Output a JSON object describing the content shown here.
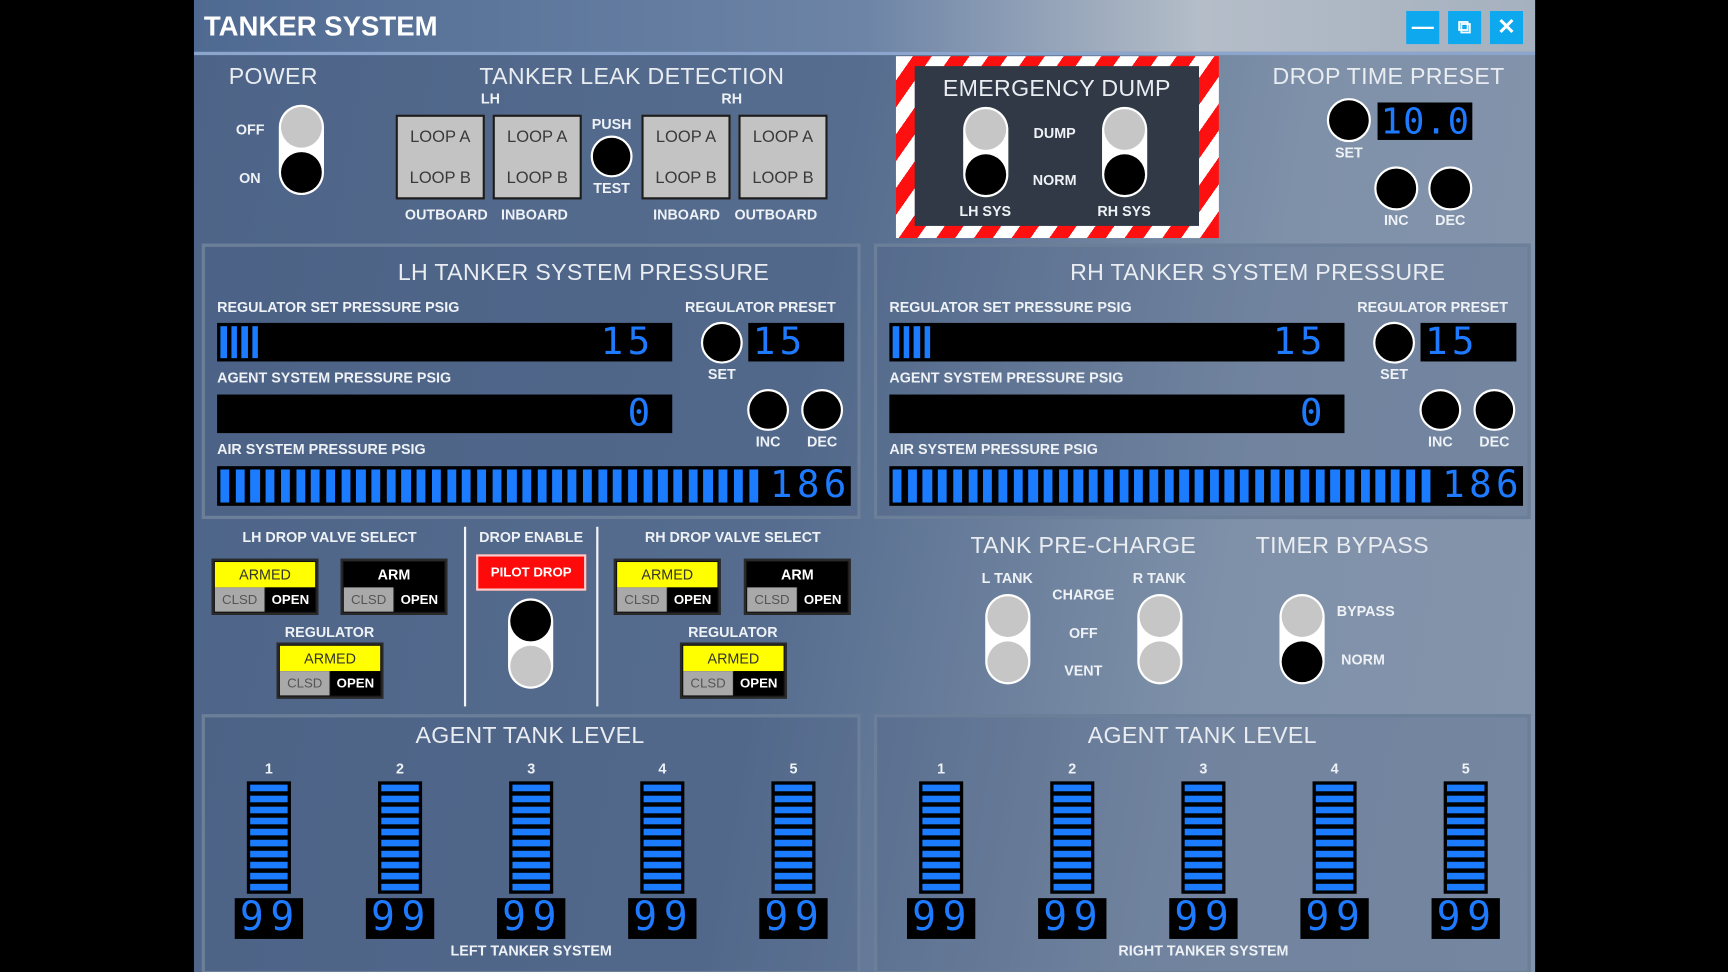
{
  "window": {
    "title": "TANKER SYSTEM",
    "buttons": {
      "minimize": "—",
      "popout": "⧉",
      "close": "✕"
    }
  },
  "power": {
    "title": "POWER",
    "off": "OFF",
    "on": "ON",
    "state": "on"
  },
  "leak": {
    "title": "TANKER LEAK DETECTION",
    "lh": "LH",
    "rh": "RH",
    "push": "PUSH",
    "test": "TEST",
    "loop_a": "LOOP A",
    "loop_b": "LOOP B",
    "labels": [
      "OUTBOARD",
      "INBOARD",
      "INBOARD",
      "OUTBOARD"
    ]
  },
  "emergency": {
    "title": "EMERGENCY DUMP",
    "dump": "DUMP",
    "norm": "NORM",
    "lh": "LH SYS",
    "rh": "RH SYS",
    "lh_state": "norm",
    "rh_state": "norm"
  },
  "drop_time": {
    "title": "DROP TIME PRESET",
    "value": "10.0",
    "set": "SET",
    "inc": "INC",
    "dec": "DEC"
  },
  "pressure": {
    "reg_set_label": "REGULATOR SET PRESSURE PSIG",
    "agent_label": "AGENT SYSTEM PRESSURE PSIG",
    "air_label": "AIR SYSTEM PRESSURE PSIG",
    "preset_label": "REGULATOR PRESET",
    "set": "SET",
    "inc": "INC",
    "dec": "DEC",
    "lh": {
      "title": "LH TANKER SYSTEM PRESSURE",
      "reg_set": "15",
      "reg_fill": 0.1,
      "agent": "0",
      "agent_fill": 0,
      "air": "186",
      "air_fill": 1.0,
      "preset": "15"
    },
    "rh": {
      "title": "RH TANKER SYSTEM PRESSURE",
      "reg_set": "15",
      "reg_fill": 0.1,
      "agent": "0",
      "agent_fill": 0,
      "air": "186",
      "air_fill": 1.0,
      "preset": "15"
    }
  },
  "drop": {
    "lh_title": "LH DROP VALVE SELECT",
    "rh_title": "RH DROP VALVE SELECT",
    "enable_title": "DROP ENABLE",
    "pilot_drop": "PILOT DROP",
    "regulator": "REGULATOR",
    "armed": "ARMED",
    "arm": "ARM",
    "clsd": "CLSD",
    "open": "OPEN",
    "enable_state": "up"
  },
  "precharge": {
    "title": "TANK PRE-CHARGE",
    "l_tank": "L TANK",
    "r_tank": "R TANK",
    "charge": "CHARGE",
    "off": "OFF",
    "vent": "VENT"
  },
  "bypass": {
    "title": "TIMER BYPASS",
    "bypass": "BYPASS",
    "norm": "NORM",
    "state": "norm"
  },
  "tanks": {
    "title": "AGENT TANK LEVEL",
    "left": {
      "caption": "LEFT TANKER SYSTEM",
      "items": [
        {
          "n": "1",
          "level": "99"
        },
        {
          "n": "2",
          "level": "99"
        },
        {
          "n": "3",
          "level": "99"
        },
        {
          "n": "4",
          "level": "99"
        },
        {
          "n": "5",
          "level": "99"
        }
      ]
    },
    "right": {
      "caption": "RIGHT TANKER SYSTEM",
      "items": [
        {
          "n": "1",
          "level": "99"
        },
        {
          "n": "2",
          "level": "99"
        },
        {
          "n": "3",
          "level": "99"
        },
        {
          "n": "4",
          "level": "99"
        },
        {
          "n": "5",
          "level": "99"
        }
      ]
    }
  },
  "colors": {
    "accent": "#0ea8ef",
    "segment": "#1b7cff",
    "armed": "#ffff00",
    "pilot_drop": "#ff0000"
  }
}
